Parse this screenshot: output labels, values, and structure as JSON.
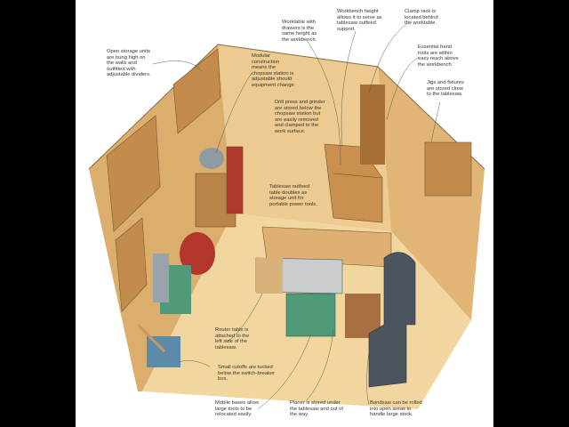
{
  "annotations": {
    "open_storage": "Open storage units are hung high on the walls and outfitted with adjustable dividers.",
    "modular": "Modular construction means the chopsaw station is adjustable should equipment change.",
    "drill_press": "Drill press and grinder are stored below the chopsaw station but are easily removed and clamped to the work surface.",
    "worktable": "Worktable with drawers is the same height as the workbench.",
    "workbench": "Workbench height allows it to serve as tablesaw outfeed support.",
    "clamp_rack": "Clamp rack is located behind the worktable.",
    "hand_tools": "Essential hand tools are within easy reach above the workbench.",
    "jigs": "Jigs and fixtures are stored close to the tablesaw.",
    "outfeed": "Tablesaw outfeed table doubles as storage unit for portable power tools.",
    "router": "Router table is attached to the left side of the tablesaw.",
    "cutoffs": "Small cutoffs are tucked below the switch-breaker box.",
    "mobile": "Mobile bases allow large tools to be relocated easily.",
    "planer": "Planer is stored under the tablesaw and out of the way.",
    "bandsaw": "Bandsaw can be rolled into open areas to handle large stock."
  },
  "colors": {
    "wood": "#e8c48a",
    "wood_dark": "#c9995a",
    "floor": "#f0d49e",
    "green": "#4f9a78",
    "red": "#b3362a",
    "steel": "#4a5560"
  }
}
